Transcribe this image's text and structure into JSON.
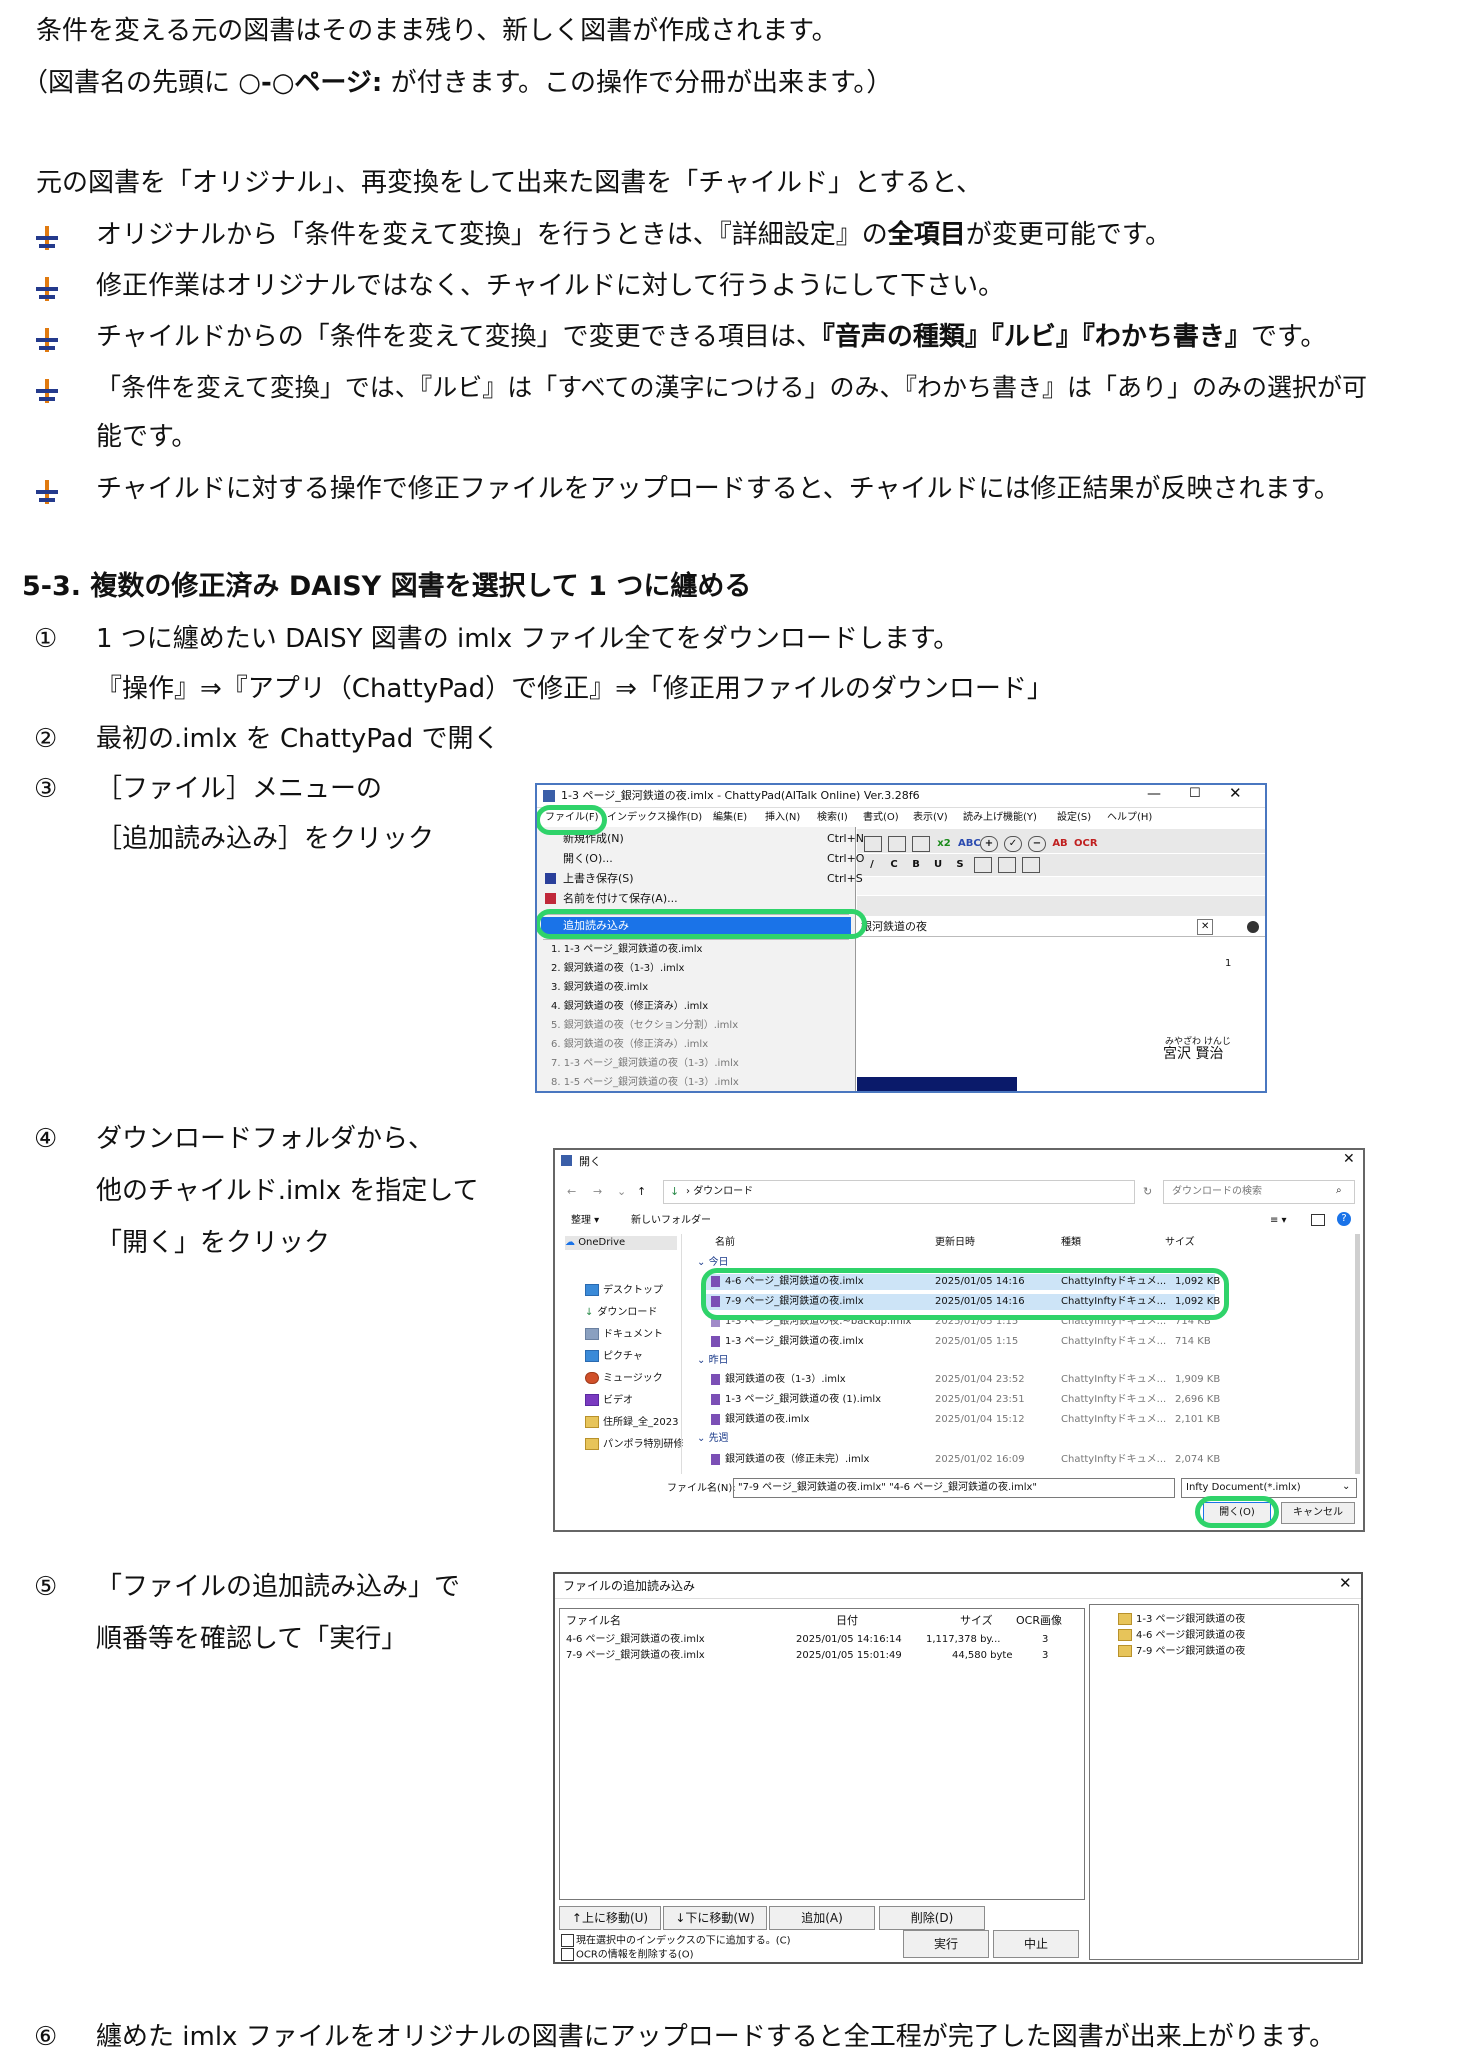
{
  "intro": {
    "line1": "条件を変える元の図書はそのまま残り、新しく図書が作成されます。",
    "line2_a": "（図書名の先頭に ",
    "line2_b": "○-○ページ:",
    "line2_c": " が付きます。この操作で分冊が出来ます。）",
    "line3": "元の図書を「オリジナル」、再変換をして出来た図書を「チャイルド」とすると、"
  },
  "bullets": {
    "b1_a": "オリジナルから「条件を変えて変換」を行うときは、『詳細設定』の",
    "b1_b": "全項目",
    "b1_c": "が変更可能です。",
    "b2": "修正作業はオリジナルではなく、チャイルドに対して行うようにして下さい。",
    "b3_a": "チャイルドからの「条件を変えて変換」で変更できる項目は、",
    "b3_b": "『音声の種類』『ルビ』『わかち書き』",
    "b3_c": "です。",
    "b4_line1": "「条件を変えて変換」では、『ルビ』は「すべての漢字につける」のみ、『わかち書き』は「あり」のみの選択が可",
    "b4_line2": "能です。",
    "b5": "チャイルドに対する操作で修正ファイルをアップロードすると、チャイルドには修正結果が反映されます。"
  },
  "section": {
    "title": "5-3. 複数の修正済み DAISY 図書を選択して 1 つに纏める"
  },
  "steps": {
    "s1_num": "①",
    "s1_line1": "1 つに纏めたい DAISY 図書の imlx ファイル全てをダウンロードします。",
    "s1_line2": "『操作』⇒『アプリ（ChattyPad）で修正』⇒「修正用ファイルのダウンロード」",
    "s2_num": "②",
    "s2_text": "最初の.imlx を ChattyPad で開く",
    "s3_num": "③",
    "s3_line1": "［ファイル］メニューの",
    "s3_line2": "［追加読み込み］をクリック",
    "s4_num": "④",
    "s4_line1": "ダウンロードフォルダから、",
    "s4_line2": "他のチャイルド.imlx を指定して",
    "s4_line3": "「開く」をクリック",
    "s5_num": "⑤",
    "s5_line1": "「ファイルの追加読み込み」で",
    "s5_line2": "順番等を確認して「実行」",
    "s6_num": "⑥",
    "s6_text": "纏めた imlx ファイルをオリジナルの図書にアップロードすると全工程が完了した図書が出来上がります。"
  },
  "screenshot1": {
    "title": "1-3 ページ_銀河鉄道の夜.imlx - ChattyPad(AITalk Online) Ver.3.28f6",
    "menubar": [
      "ファイル(F)",
      "インデックス操作(D)",
      "編集(E)",
      "挿入(N)",
      "検索(I)",
      "書式(O)",
      "表示(V)",
      "読み上げ機能(Y)",
      "設定(S)",
      "ヘルプ(H)"
    ],
    "menu_items": [
      {
        "label": "新規作成(N)",
        "shortcut": "Ctrl+N"
      },
      {
        "label": "開く(O)...",
        "shortcut": "Ctrl+O"
      },
      {
        "label": "上書き保存(S)",
        "shortcut": "Ctrl+S"
      },
      {
        "label": "名前を付けて保存(A)...",
        "shortcut": ""
      }
    ],
    "highlight_item": "追加読み込み",
    "recent_files": [
      "1. 1-3 ページ_銀河鉄道の夜.imlx",
      "2. 銀河鉄道の夜（1-3）.imlx",
      "3. 銀河鉄道の夜.imlx",
      "4. 銀河鉄道の夜（修正済み）.imlx",
      "5. 銀河鉄道の夜（セクション分割）.imlx",
      "6. 銀河鉄道の夜（修正済み）.imlx",
      "7. 1-3 ページ_銀河鉄道の夜（1-3）.imlx",
      "8. 1-5 ページ_銀河鉄道の夜（1-3）.imlx"
    ],
    "doc_title": "銀河鉄道の夜",
    "page_num": "1",
    "ruby": "みやざわ けんじ",
    "author": "宮沢 賢治"
  },
  "screenshot2": {
    "title": "開く",
    "path": "ダウンロード",
    "search_placeholder": "ダウンロードの検索",
    "organize": "整理 ▾",
    "new_folder": "新しいフォルダー",
    "columns": [
      "名前",
      "更新日時",
      "種類",
      "サイズ"
    ],
    "nav": [
      "OneDrive",
      "デスクトップ",
      "ダウンロード",
      "ドキュメント",
      "ピクチャ",
      "ミュージック",
      "ビデオ",
      "住所録_全_2023",
      "パンポラ特別研修"
    ],
    "group_today": "今日",
    "group_yesterday": "昨日",
    "group_lastweek": "先週",
    "files_today": [
      [
        "4-6 ページ_銀河鉄道の夜.imlx",
        "2025/01/05 14:16",
        "ChattyInftyドキュメ...",
        "1,092 KB"
      ],
      [
        "7-9 ページ_銀河鉄道の夜.imlx",
        "2025/01/05 14:16",
        "ChattyInftyドキュメ...",
        "1,092 KB"
      ],
      [
        "1-3 ページ_銀河鉄道の夜.~backup.imlx",
        "2025/01/05 1:15",
        "ChattyInftyドキュメ...",
        "714 KB"
      ],
      [
        "1-3 ページ_銀河鉄道の夜.imlx",
        "2025/01/05 1:15",
        "ChattyInftyドキュメ...",
        "714 KB"
      ]
    ],
    "files_yesterday": [
      [
        "銀河鉄道の夜（1-3）.imlx",
        "2025/01/04 23:52",
        "ChattyInftyドキュメ...",
        "1,909 KB"
      ],
      [
        "1-3 ページ_銀河鉄道の夜 (1).imlx",
        "2025/01/04 23:51",
        "ChattyInftyドキュメ...",
        "2,696 KB"
      ],
      [
        "銀河鉄道の夜.imlx",
        "2025/01/04 15:12",
        "ChattyInftyドキュメ...",
        "2,101 KB"
      ]
    ],
    "files_lastweek": [
      [
        "銀河鉄道の夜（修正未完）.imlx",
        "2025/01/02 16:09",
        "ChattyInftyドキュメ...",
        "2,074 KB"
      ]
    ],
    "filename_label": "ファイル名(N):",
    "filename_value": "\"7-9 ページ_銀河鉄道の夜.imlx\" \"4-6 ページ_銀河鉄道の夜.imlx\"",
    "filetype": "Infty Document(*.imlx)",
    "open_btn": "開く(O)",
    "cancel_btn": "キャンセル"
  },
  "screenshot3": {
    "title": "ファイルの追加読み込み",
    "columns": [
      "ファイル名",
      "日付",
      "サイズ",
      "OCR画像"
    ],
    "rows": [
      [
        "4-6 ページ_銀河鉄道の夜.imlx",
        "2025/01/05 14:16:14",
        "1,117,378 by...",
        "3"
      ],
      [
        "7-9 ページ_銀河鉄道の夜.imlx",
        "2025/01/05 15:01:49",
        "44,580 byte",
        "3"
      ]
    ],
    "tree": [
      "1-3 ページ銀河鉄道の夜",
      "4-6 ページ銀河鉄道の夜",
      "7-9 ページ銀河鉄道の夜"
    ],
    "btn_up": "↑上に移動(U)",
    "btn_down": "↓下に移動(W)",
    "btn_add": "追加(A)",
    "btn_delete": "削除(D)",
    "chk1": "現在選択中のインデックスの下に追加する。(C)",
    "chk2": "OCRの情報を削除する(O)",
    "btn_run": "実行",
    "btn_stop": "中止"
  }
}
